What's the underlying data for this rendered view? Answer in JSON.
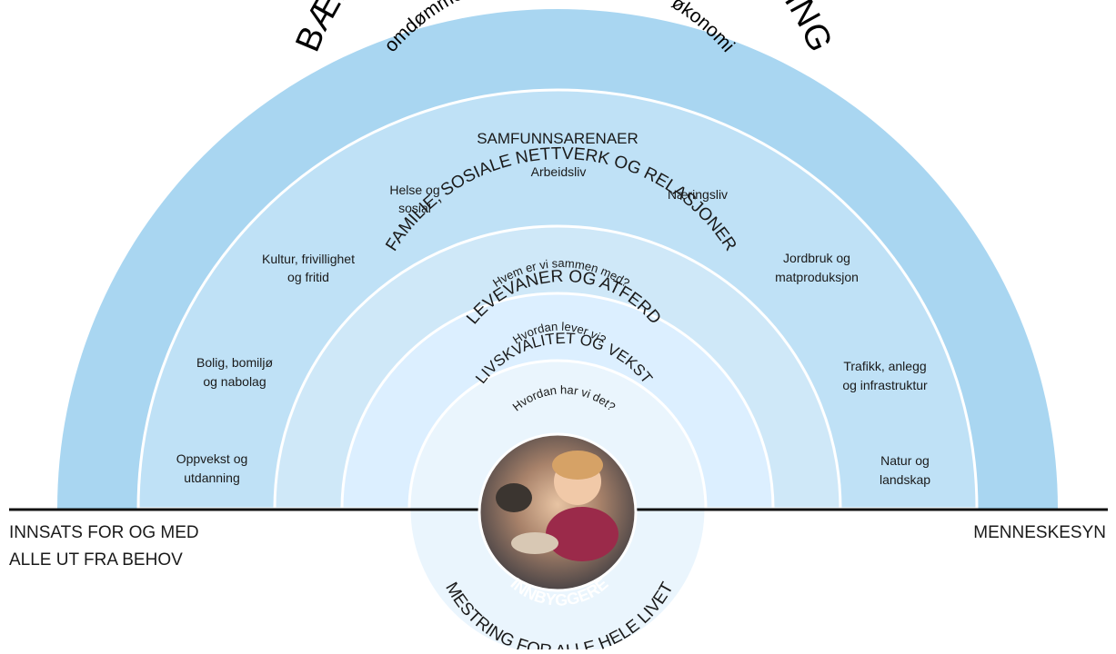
{
  "title": "BÆREKRAFTIG SAMFUNNSUTVIKLING",
  "subtitle": "omdømme - sosiale forhold - miljø - økonomi",
  "rings": {
    "arenas": "SAMFUNNSARENAER",
    "family": {
      "title": "FAMILIE, SOSIALE NETTVERK OG RELASJONER",
      "question": "Hvem er vi sammen med?"
    },
    "habits": {
      "title": "LEVEVANER OG ATFERD",
      "question": "Hvordan lever vi?"
    },
    "quality": {
      "title": "LIVSKVALITET OG VEKST",
      "question": "Hvordan har vi det?"
    }
  },
  "arenas_left": [
    {
      "line1": "Kultur, frivillighet",
      "line2": "og fritid"
    },
    {
      "line1": "Bolig, bomiljø",
      "line2": "og nabolag"
    },
    {
      "line1": "Oppvekst og",
      "line2": "utdanning"
    }
  ],
  "arenas_top": [
    {
      "line1": "Helse og",
      "line2": "sosial"
    },
    {
      "line1": "Arbeidsliv",
      "line2": ""
    },
    {
      "line1": "Næringsliv",
      "line2": ""
    }
  ],
  "arenas_right": [
    {
      "line1": "Jordbruk og",
      "line2": "matproduksjon"
    },
    {
      "line1": "Trafikk, anlegg",
      "line2": "og infrastruktur"
    },
    {
      "line1": "Natur og",
      "line2": "landskap"
    }
  ],
  "center_label": "INNBYGGERE",
  "bottom_arc_label": "MESTRING FOR ALLE HELE LIVET",
  "left_footer": {
    "line1": "INNSATS FOR OG MED",
    "line2": "ALLE UT FRA BEHOV"
  },
  "right_footer": "MENNESKESYN",
  "colors": {
    "outer": "#a9d6f1",
    "arenas": "#bfe1f6",
    "family": "#cfe8f8",
    "habits": "#dcefff",
    "quality": "#eaf5fd",
    "border": "#ffffff",
    "baseline": "#111111"
  }
}
